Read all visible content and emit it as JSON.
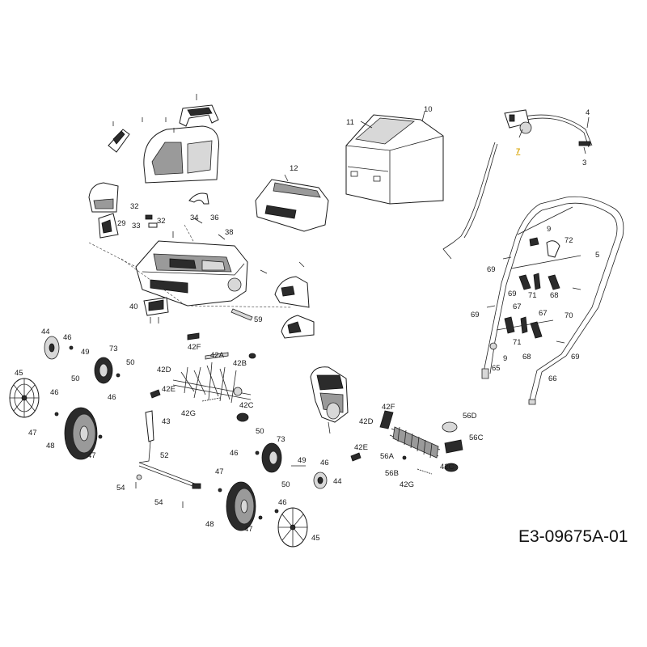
{
  "drawing_number": "E3-09675A-01",
  "highlight_color": "#d9a400",
  "parts": [
    {
      "id": "p11",
      "text": "11"
    },
    {
      "id": "p10",
      "text": "10"
    },
    {
      "id": "p4",
      "text": "4"
    },
    {
      "id": "p3",
      "text": "3"
    },
    {
      "id": "p7",
      "text": "7"
    },
    {
      "id": "p12",
      "text": "12"
    },
    {
      "id": "p32a",
      "text": "32"
    },
    {
      "id": "p32b",
      "text": "32"
    },
    {
      "id": "p33",
      "text": "33"
    },
    {
      "id": "p29",
      "text": "29"
    },
    {
      "id": "p34",
      "text": "34"
    },
    {
      "id": "p36",
      "text": "36"
    },
    {
      "id": "p38",
      "text": "38"
    },
    {
      "id": "p9a",
      "text": "9"
    },
    {
      "id": "p72",
      "text": "72"
    },
    {
      "id": "p5",
      "text": "5"
    },
    {
      "id": "p69a",
      "text": "69"
    },
    {
      "id": "p71a",
      "text": "71"
    },
    {
      "id": "p68a",
      "text": "68"
    },
    {
      "id": "p69b",
      "text": "69"
    },
    {
      "id": "p67a",
      "text": "67"
    },
    {
      "id": "p70",
      "text": "70"
    },
    {
      "id": "p69c",
      "text": "69"
    },
    {
      "id": "p67b",
      "text": "67"
    },
    {
      "id": "p71b",
      "text": "71"
    },
    {
      "id": "p9b",
      "text": "9"
    },
    {
      "id": "p68b",
      "text": "68"
    },
    {
      "id": "p69d",
      "text": "69"
    },
    {
      "id": "p65",
      "text": "65"
    },
    {
      "id": "p66",
      "text": "66"
    },
    {
      "id": "p40",
      "text": "40"
    },
    {
      "id": "p59",
      "text": "59"
    },
    {
      "id": "p44a",
      "text": "44"
    },
    {
      "id": "p46a",
      "text": "46"
    },
    {
      "id": "p49a",
      "text": "49"
    },
    {
      "id": "p73a",
      "text": "73"
    },
    {
      "id": "p50a",
      "text": "50"
    },
    {
      "id": "p50b",
      "text": "50"
    },
    {
      "id": "p46b",
      "text": "46"
    },
    {
      "id": "p45a",
      "text": "45"
    },
    {
      "id": "p46c",
      "text": "46"
    },
    {
      "id": "p47a",
      "text": "47"
    },
    {
      "id": "p48a",
      "text": "48"
    },
    {
      "id": "p47b",
      "text": "47"
    },
    {
      "id": "p42F1",
      "text": "42F"
    },
    {
      "id": "p42A",
      "text": "42A"
    },
    {
      "id": "p42D1",
      "text": "42D"
    },
    {
      "id": "p42B",
      "text": "42B"
    },
    {
      "id": "p42E1",
      "text": "42E"
    },
    {
      "id": "p42C1",
      "text": "42C"
    },
    {
      "id": "p42G1",
      "text": "42G"
    },
    {
      "id": "p43",
      "text": "43"
    },
    {
      "id": "p52",
      "text": "52"
    },
    {
      "id": "p54a",
      "text": "54"
    },
    {
      "id": "p54b",
      "text": "54"
    },
    {
      "id": "p50c",
      "text": "50"
    },
    {
      "id": "p46d",
      "text": "46"
    },
    {
      "id": "p73b",
      "text": "73"
    },
    {
      "id": "p49b",
      "text": "49"
    },
    {
      "id": "p46e",
      "text": "46"
    },
    {
      "id": "p50d",
      "text": "50"
    },
    {
      "id": "p44b",
      "text": "44"
    },
    {
      "id": "p47c",
      "text": "47"
    },
    {
      "id": "p48b",
      "text": "48"
    },
    {
      "id": "p46f",
      "text": "46"
    },
    {
      "id": "p47d",
      "text": "47"
    },
    {
      "id": "p45b",
      "text": "45"
    },
    {
      "id": "p42F2",
      "text": "42F"
    },
    {
      "id": "p42D2",
      "text": "42D"
    },
    {
      "id": "p56D",
      "text": "56D"
    },
    {
      "id": "p56C",
      "text": "56C"
    },
    {
      "id": "p42E2",
      "text": "42E"
    },
    {
      "id": "p56A",
      "text": "56A"
    },
    {
      "id": "p42C2",
      "text": "42C"
    },
    {
      "id": "p56B",
      "text": "56B"
    },
    {
      "id": "p42G2",
      "text": "42G"
    }
  ]
}
